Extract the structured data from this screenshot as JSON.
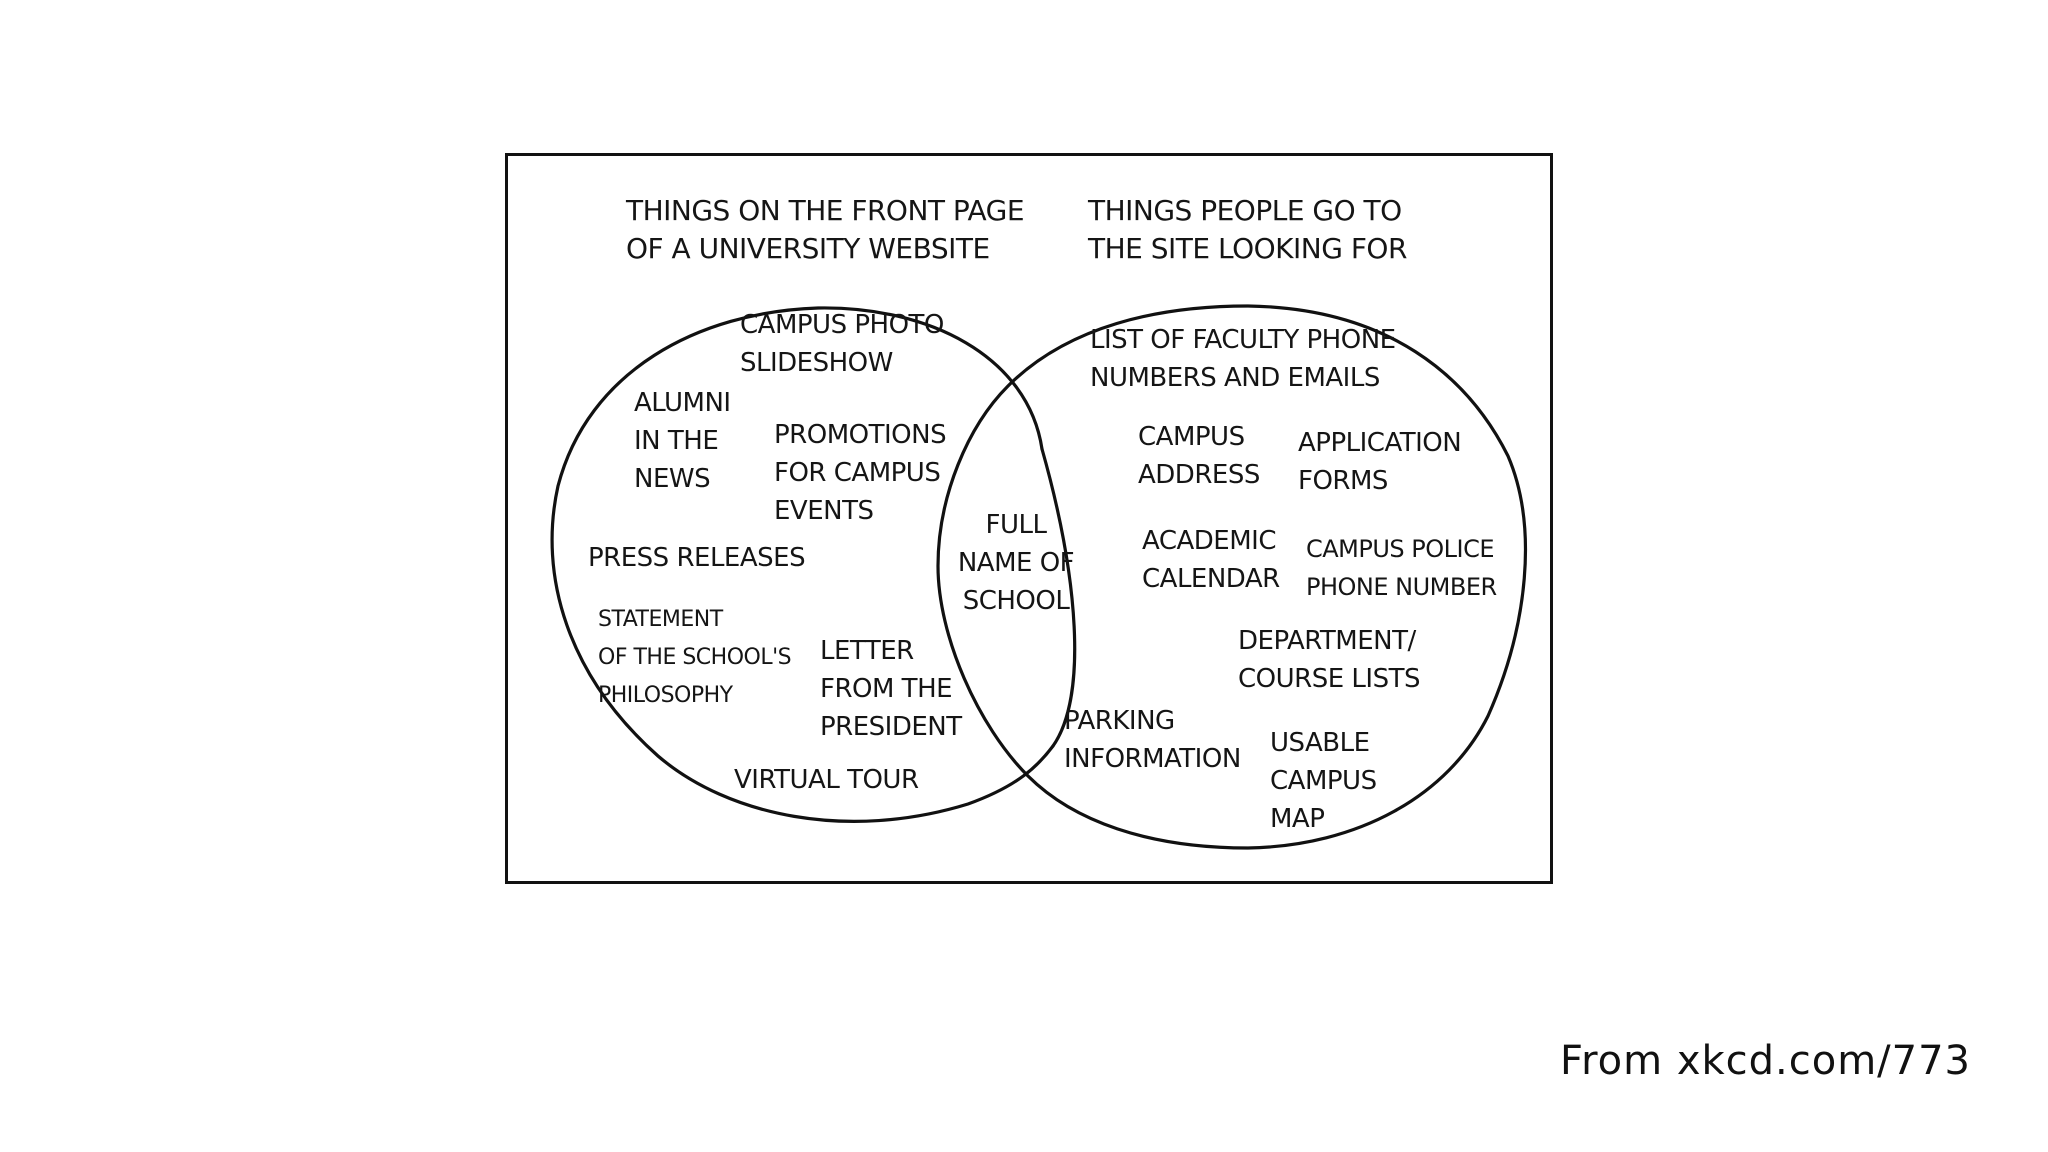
{
  "left_set": {
    "heading": "THINGS ON THE FRONT PAGE\nOF A UNIVERSITY WEBSITE",
    "items": {
      "campus_photo_slideshow": "CAMPUS PHOTO\nSLIDESHOW",
      "alumni_in_the_news": "ALUMNI\nIN THE\nNEWS",
      "promotions_for_campus_events": "PROMOTIONS\nFOR CAMPUS\nEVENTS",
      "press_releases": "PRESS RELEASES",
      "statement_of_philosophy": "STATEMENT\nOF THE SCHOOL'S\nPHILOSOPHY",
      "letter_from_president": "LETTER\nFROM THE\nPRESIDENT",
      "virtual_tour": "VIRTUAL TOUR"
    }
  },
  "right_set": {
    "heading": "THINGS PEOPLE GO TO\nTHE SITE LOOKING FOR",
    "items": {
      "faculty_phone_emails": "LIST OF FACULTY PHONE\nNUMBERS AND EMAILS",
      "campus_address": "CAMPUS\nADDRESS",
      "application_forms": "APPLICATION\nFORMS",
      "academic_calendar": "ACADEMIC\nCALENDAR",
      "campus_police_phone": "CAMPUS POLICE\nPHONE NUMBER",
      "department_course_lists": "DEPARTMENT/\nCOURSE LISTS",
      "parking_information": "PARKING\nINFORMATION",
      "usable_campus_map": "USABLE\nCAMPUS\nMAP"
    }
  },
  "intersection": {
    "full_name_of_school": "FULL\nNAME OF\nSCHOOL"
  },
  "source": "From xkcd.com/773",
  "colors": {
    "ink": "#111111",
    "background": "#ffffff"
  }
}
